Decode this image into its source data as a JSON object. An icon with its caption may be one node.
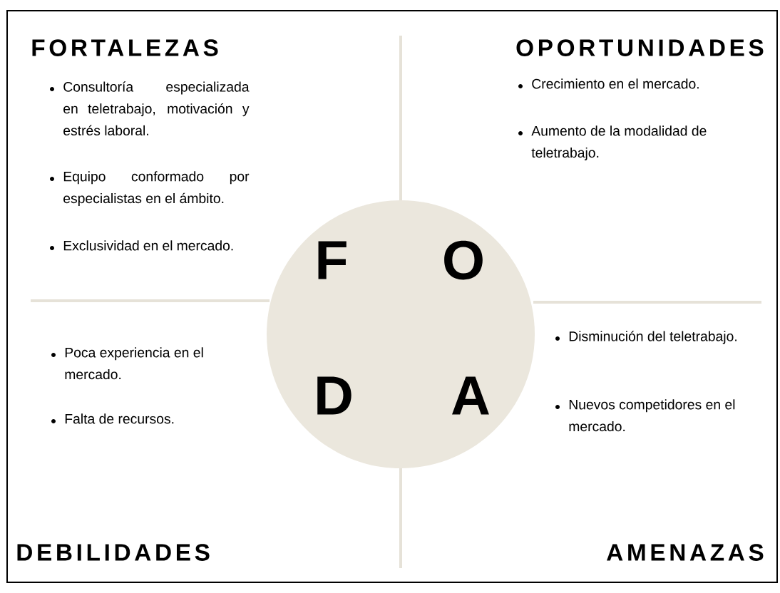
{
  "diagram": {
    "nodes": [
      {
        "text": [
          "F",
          "O",
          "D",
          "A"
        ]
      }
    ],
    "labels": [
      "FORTALEZAS",
      "Consultoría especializada en teletrabajo, motivación y estrés laboral.",
      "Equipo conformado por especialistas en el ámbito.",
      "Exclusividad en el mercado.",
      "OPORTUNIDADES",
      "Crecimiento en el mercado.",
      "Aumento de la modalidad de teletrabajo.",
      "Poca experiencia en el mercado.",
      "Falta de recursos.",
      "Disminución del teletrabajo.",
      "Nuevos competidores en el mercado.",
      "DEBILIDADES",
      "AMENAZAS"
    ]
  }
}
